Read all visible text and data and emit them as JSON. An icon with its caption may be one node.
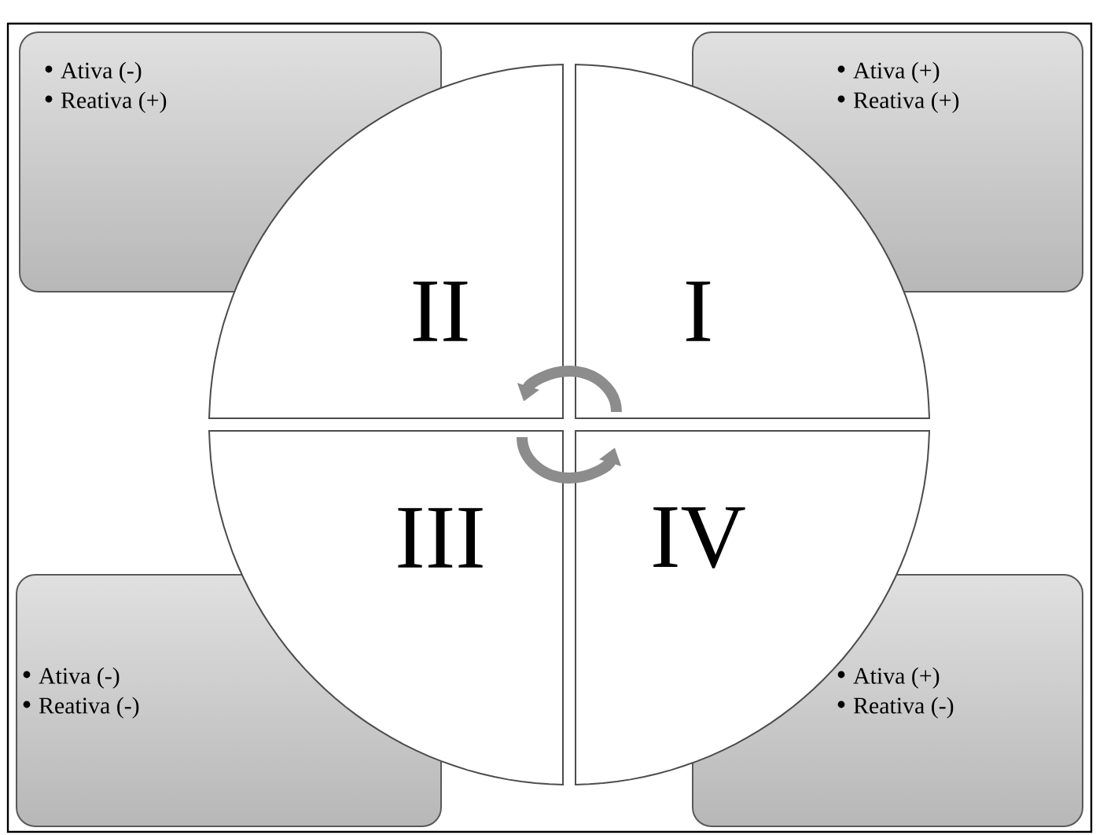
{
  "diagram": {
    "nodes": [
      {
        "text": [
          "Ativa (-)",
          "Reativa (+)"
        ]
      },
      {
        "text": [
          "Ativa (+)",
          "Reativa (+)"
        ]
      },
      {
        "text": [
          "II"
        ]
      },
      {
        "text": [
          "I"
        ]
      },
      {
        "text": [
          "III"
        ]
      },
      {
        "text": [
          "IV"
        ]
      },
      {
        "text": [
          "Ativa (-)",
          "Reativa (-)"
        ]
      },
      {
        "text": [
          "Ativa (+)",
          "Reativa (-)"
        ]
      }
    ],
    "edges": [
      {
        "from": 3,
        "to": 2,
        "arrow": "to"
      },
      {
        "from": 4,
        "to": 5,
        "arrow": "to"
      }
    ]
  }
}
